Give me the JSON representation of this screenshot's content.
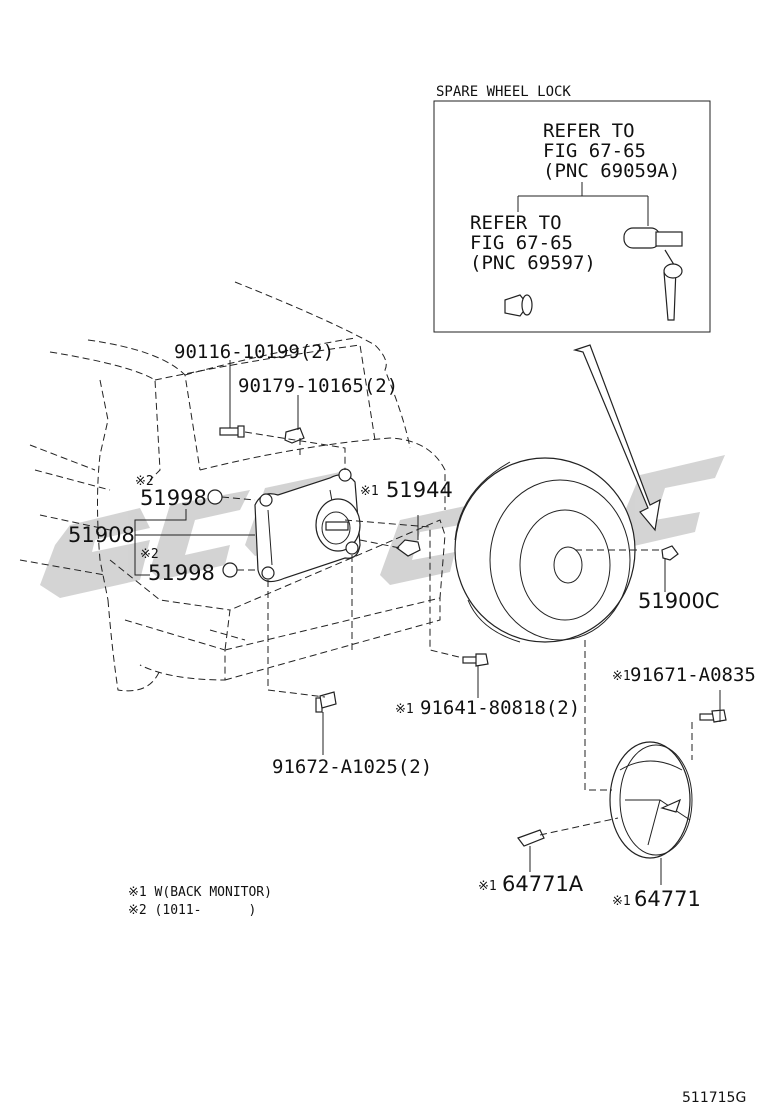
{
  "inset": {
    "title": "SPARE WHEEL LOCK",
    "refer_a": [
      "REFER TO",
      "FIG 67-65",
      "(PNC 69059A)"
    ],
    "refer_b": [
      "REFER TO",
      "FIG 67-65",
      "(PNC 69597)"
    ]
  },
  "labels": {
    "p90116": "90116-10199(2)",
    "p90179": "90179-10165(2)",
    "p51998a": "51998",
    "p51998b": "51998",
    "p51908": "51908",
    "p51944": "51944",
    "p51900c": "51900C",
    "p91641": "91641-80818(2)",
    "p91672": "91672-A1025(2)",
    "p91671": "91671-A0835",
    "p64771a": "64771A",
    "p64771": "64771"
  },
  "marks": {
    "m1": "※1",
    "m2": "※2"
  },
  "notes": {
    "note1": "※1 W(BACK MONITOR)",
    "note2": "※2 (1011-      )"
  },
  "figure_id": "511715G",
  "watermark_color": "#c8c8c8"
}
